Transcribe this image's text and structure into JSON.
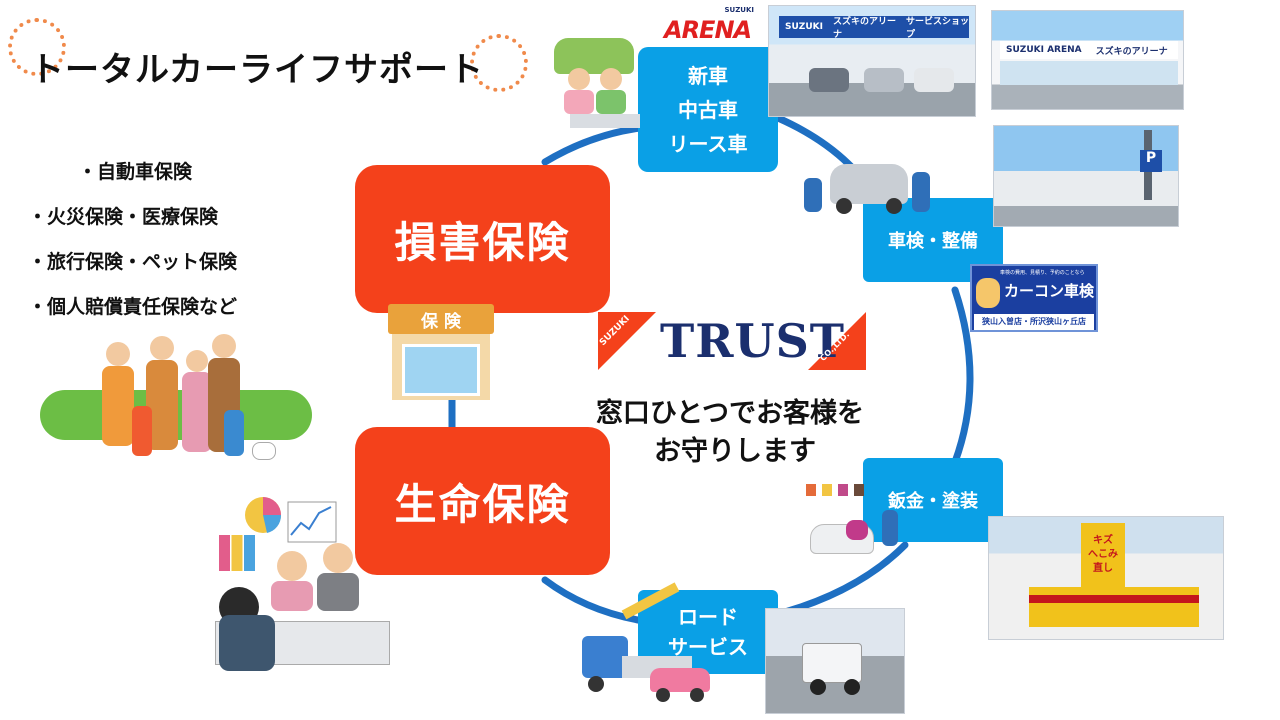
{
  "title": "トータルカーライフサポート",
  "insurance_list": [
    "・自動車保険",
    "・火災保険・医療保険",
    "・旅行保険・ペット保険",
    "・個人賠償責任保険など"
  ],
  "non_life_insurance": "損害保険",
  "life_insurance": "生命保険",
  "insurance_shop_sign": "保 険",
  "center": {
    "brand_word": "TRUST",
    "suzuki_tag": "SUZUKI",
    "co_tag": "CO.,LTD.",
    "message_line1": "窓口ひとつでお客様を",
    "message_line2": "お守りします"
  },
  "services": {
    "sales": [
      "新車",
      "中古車",
      "リース車"
    ],
    "inspection": "車検・整備",
    "bodywork": "鈑金・塗装",
    "road": [
      "ロード",
      "サービス"
    ]
  },
  "arena_logo": {
    "brand": "ARENA",
    "small": "SUZUKI"
  },
  "carcon": {
    "top": "車検の費用、見積り、予約のことなら",
    "main": "カーコン車検",
    "bottom": "狭山入曽店・所沢狭山ヶ丘店"
  },
  "dealer_signs": {
    "store1_brand": "SUZUKI",
    "store1_text": "スズキのアリーナ",
    "store1_sub": "サービスショップ",
    "store2_brand": "SUZUKI ARENA",
    "store2_text": "スズキのアリーナ",
    "kids_sign": [
      "キズ",
      "へこみ",
      "直し"
    ]
  },
  "colors": {
    "red": "#f4411b",
    "blue": "#0aa0e6",
    "ring": "#1e6fc2",
    "navy": "#1b2f6e"
  }
}
